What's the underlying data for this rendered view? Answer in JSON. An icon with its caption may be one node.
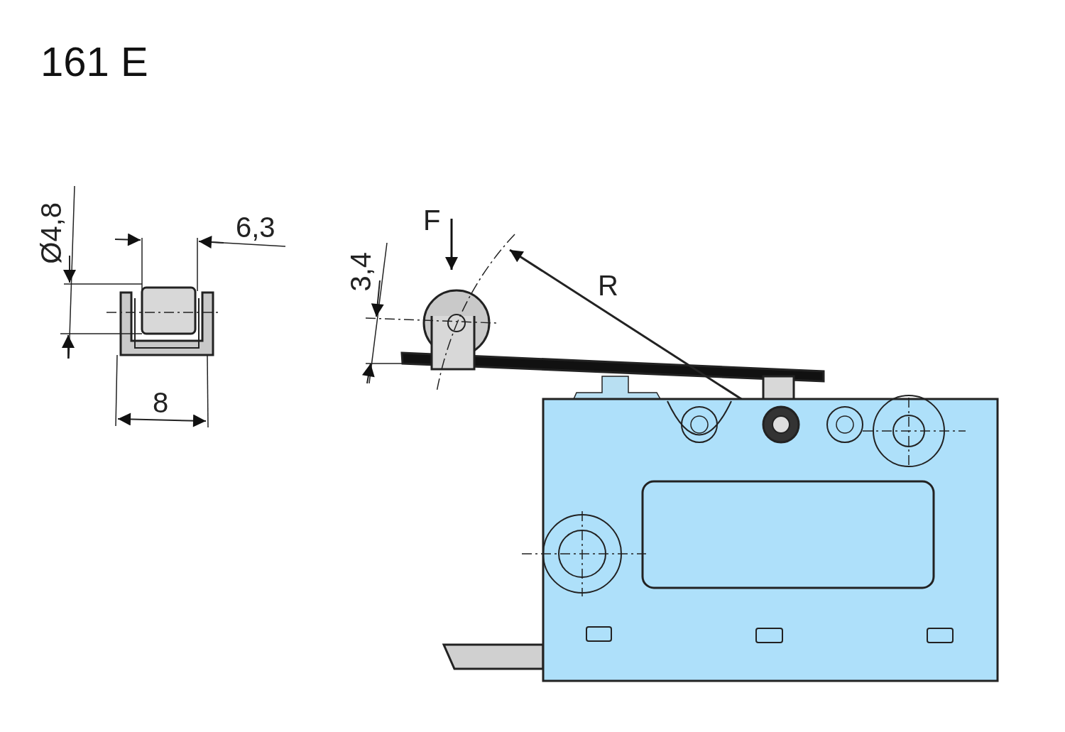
{
  "diagram": {
    "title": "161 E",
    "labels": [
      "Ø4,8",
      "6,3",
      "8",
      "3,4",
      "F",
      "R"
    ]
  }
}
